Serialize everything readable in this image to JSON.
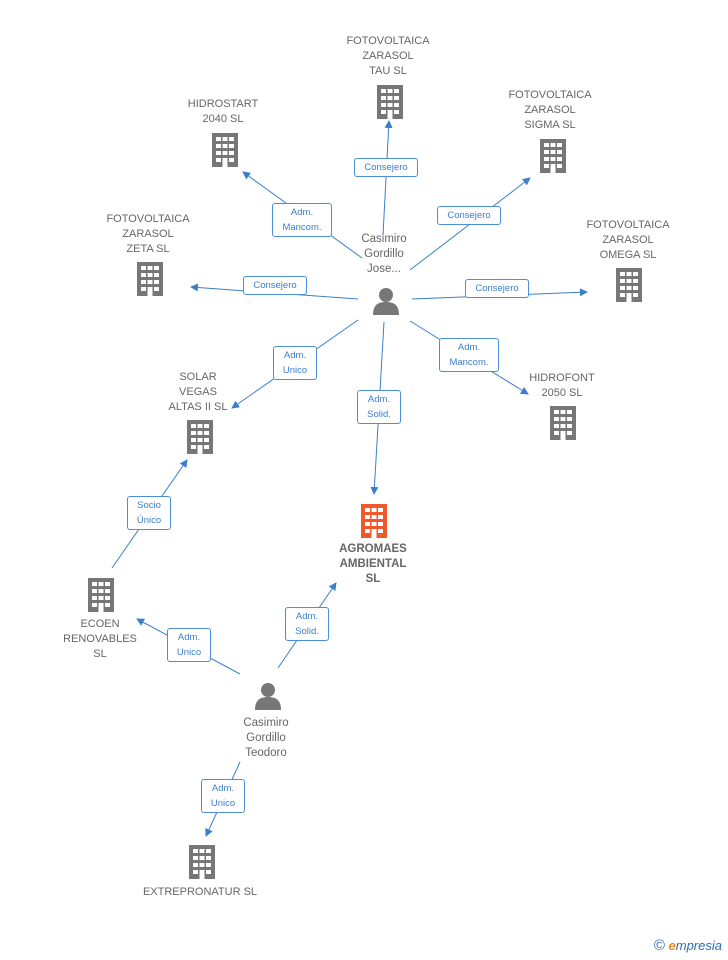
{
  "colors": {
    "edge": "#3b7fcb",
    "company": "#777777",
    "main_company": "#f0592b",
    "person": "#777777"
  },
  "companies": {
    "tau": "FOTOVOLTAICA\nZARASOL\nTAU SL",
    "hidrostart": "HIDROSTART\n2040 SL",
    "sigma": "FOTOVOLTAICA\nZARASOL\nSIGMA SL",
    "zeta": "FOTOVOLTAICA\nZARASOL\nZETA SL",
    "omega": "FOTOVOLTAICA\nZARASOL\nOMEGA SL",
    "solar": "SOLAR\nVEGAS\nALTAS II SL",
    "hidrofont": "HIDROFONT\n2050 SL",
    "agromaes": "AGROMAES\nAMBIENTAL\nSL",
    "ecoen": "ECOEN\nRENOVABLES\nSL",
    "extrepronatur": "EXTREPRONATUR SL"
  },
  "persons": {
    "jose": "Casimiro\nGordillo\nJose...",
    "teodoro": "Casimiro\nGordillo\nTeodoro"
  },
  "edges": {
    "tau": "Consejero",
    "hidrostart": "Adm.\nMancom.",
    "sigma": "Consejero",
    "zeta": "Consejero",
    "omega": "Consejero",
    "solar": "Adm.\nUnico",
    "hidrofont": "Adm.\nMancom.",
    "agromaes_jose": "Adm.\nSolid.",
    "ecoen_solar": "Socio\nÚnico",
    "ecoen": "Adm.\nUnico",
    "agromaes_teodoro": "Adm.\nSolid.",
    "extrepronatur": "Adm.\nUnico"
  },
  "footer": {
    "copyright": "©",
    "brand_first": "e",
    "brand_rest": "mpresia"
  }
}
